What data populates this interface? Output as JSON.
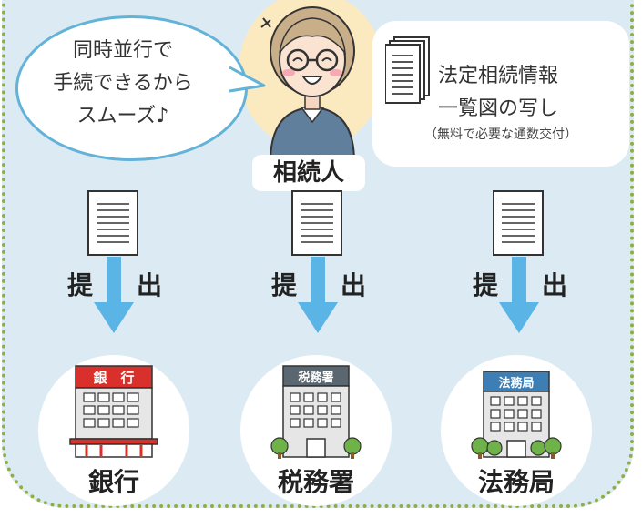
{
  "speech_bubble": {
    "lines": [
      "同時並行で",
      "手続できるから",
      "スムーズ♪"
    ]
  },
  "info_box": {
    "line1": "法定相続情報",
    "line2": "一覧図の写し",
    "note": "（無料で必要な通数交付）"
  },
  "heir": {
    "label": "相続人"
  },
  "submit": {
    "left": "提",
    "right": "出"
  },
  "institutions": [
    {
      "sign": "銀　行",
      "label": "銀行"
    },
    {
      "sign": "税務署",
      "label": "税務署"
    },
    {
      "sign": "法務局",
      "label": "法務局"
    }
  ],
  "colors": {
    "panel_bg": "#dcebf3",
    "panel_border": "#8fae48",
    "bubble_border": "#63b2d8",
    "arrow": "#5ab4e5",
    "bank_sign": "#d9302b",
    "gov_sign": "#5a6770"
  }
}
